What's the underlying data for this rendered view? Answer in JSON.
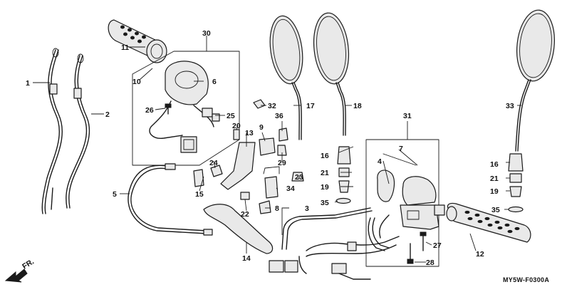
{
  "diagram": {
    "callouts": [
      {
        "id": "c1",
        "label": "1"
      },
      {
        "id": "c2",
        "label": "2"
      },
      {
        "id": "c3",
        "label": "3"
      },
      {
        "id": "c4",
        "label": "4"
      },
      {
        "id": "c5",
        "label": "5"
      },
      {
        "id": "c6",
        "label": "6"
      },
      {
        "id": "c7",
        "label": "7"
      },
      {
        "id": "c8",
        "label": "8"
      },
      {
        "id": "c9",
        "label": "9"
      },
      {
        "id": "c10",
        "label": "10"
      },
      {
        "id": "c11",
        "label": "11"
      },
      {
        "id": "c12",
        "label": "12"
      },
      {
        "id": "c13",
        "label": "13"
      },
      {
        "id": "c14",
        "label": "14"
      },
      {
        "id": "c15",
        "label": "15"
      },
      {
        "id": "c16a",
        "label": "16"
      },
      {
        "id": "c16b",
        "label": "16"
      },
      {
        "id": "c17",
        "label": "17"
      },
      {
        "id": "c18",
        "label": "18"
      },
      {
        "id": "c19a",
        "label": "19"
      },
      {
        "id": "c19b",
        "label": "19"
      },
      {
        "id": "c20",
        "label": "20"
      },
      {
        "id": "c21a",
        "label": "21"
      },
      {
        "id": "c21b",
        "label": "21"
      },
      {
        "id": "c22",
        "label": "22"
      },
      {
        "id": "c23",
        "label": "23"
      },
      {
        "id": "c24",
        "label": "24"
      },
      {
        "id": "c25",
        "label": "25"
      },
      {
        "id": "c26",
        "label": "26"
      },
      {
        "id": "c27",
        "label": "27"
      },
      {
        "id": "c28",
        "label": "28"
      },
      {
        "id": "c29",
        "label": "29"
      },
      {
        "id": "c30",
        "label": "30"
      },
      {
        "id": "c31",
        "label": "31"
      },
      {
        "id": "c32",
        "label": "32"
      },
      {
        "id": "c33",
        "label": "33"
      },
      {
        "id": "c34",
        "label": "34"
      },
      {
        "id": "c35a",
        "label": "35"
      },
      {
        "id": "c35b",
        "label": "35"
      },
      {
        "id": "c36",
        "label": "36"
      }
    ],
    "front_marker": "FR.",
    "diagram_code": "MY5W-F0300A"
  }
}
